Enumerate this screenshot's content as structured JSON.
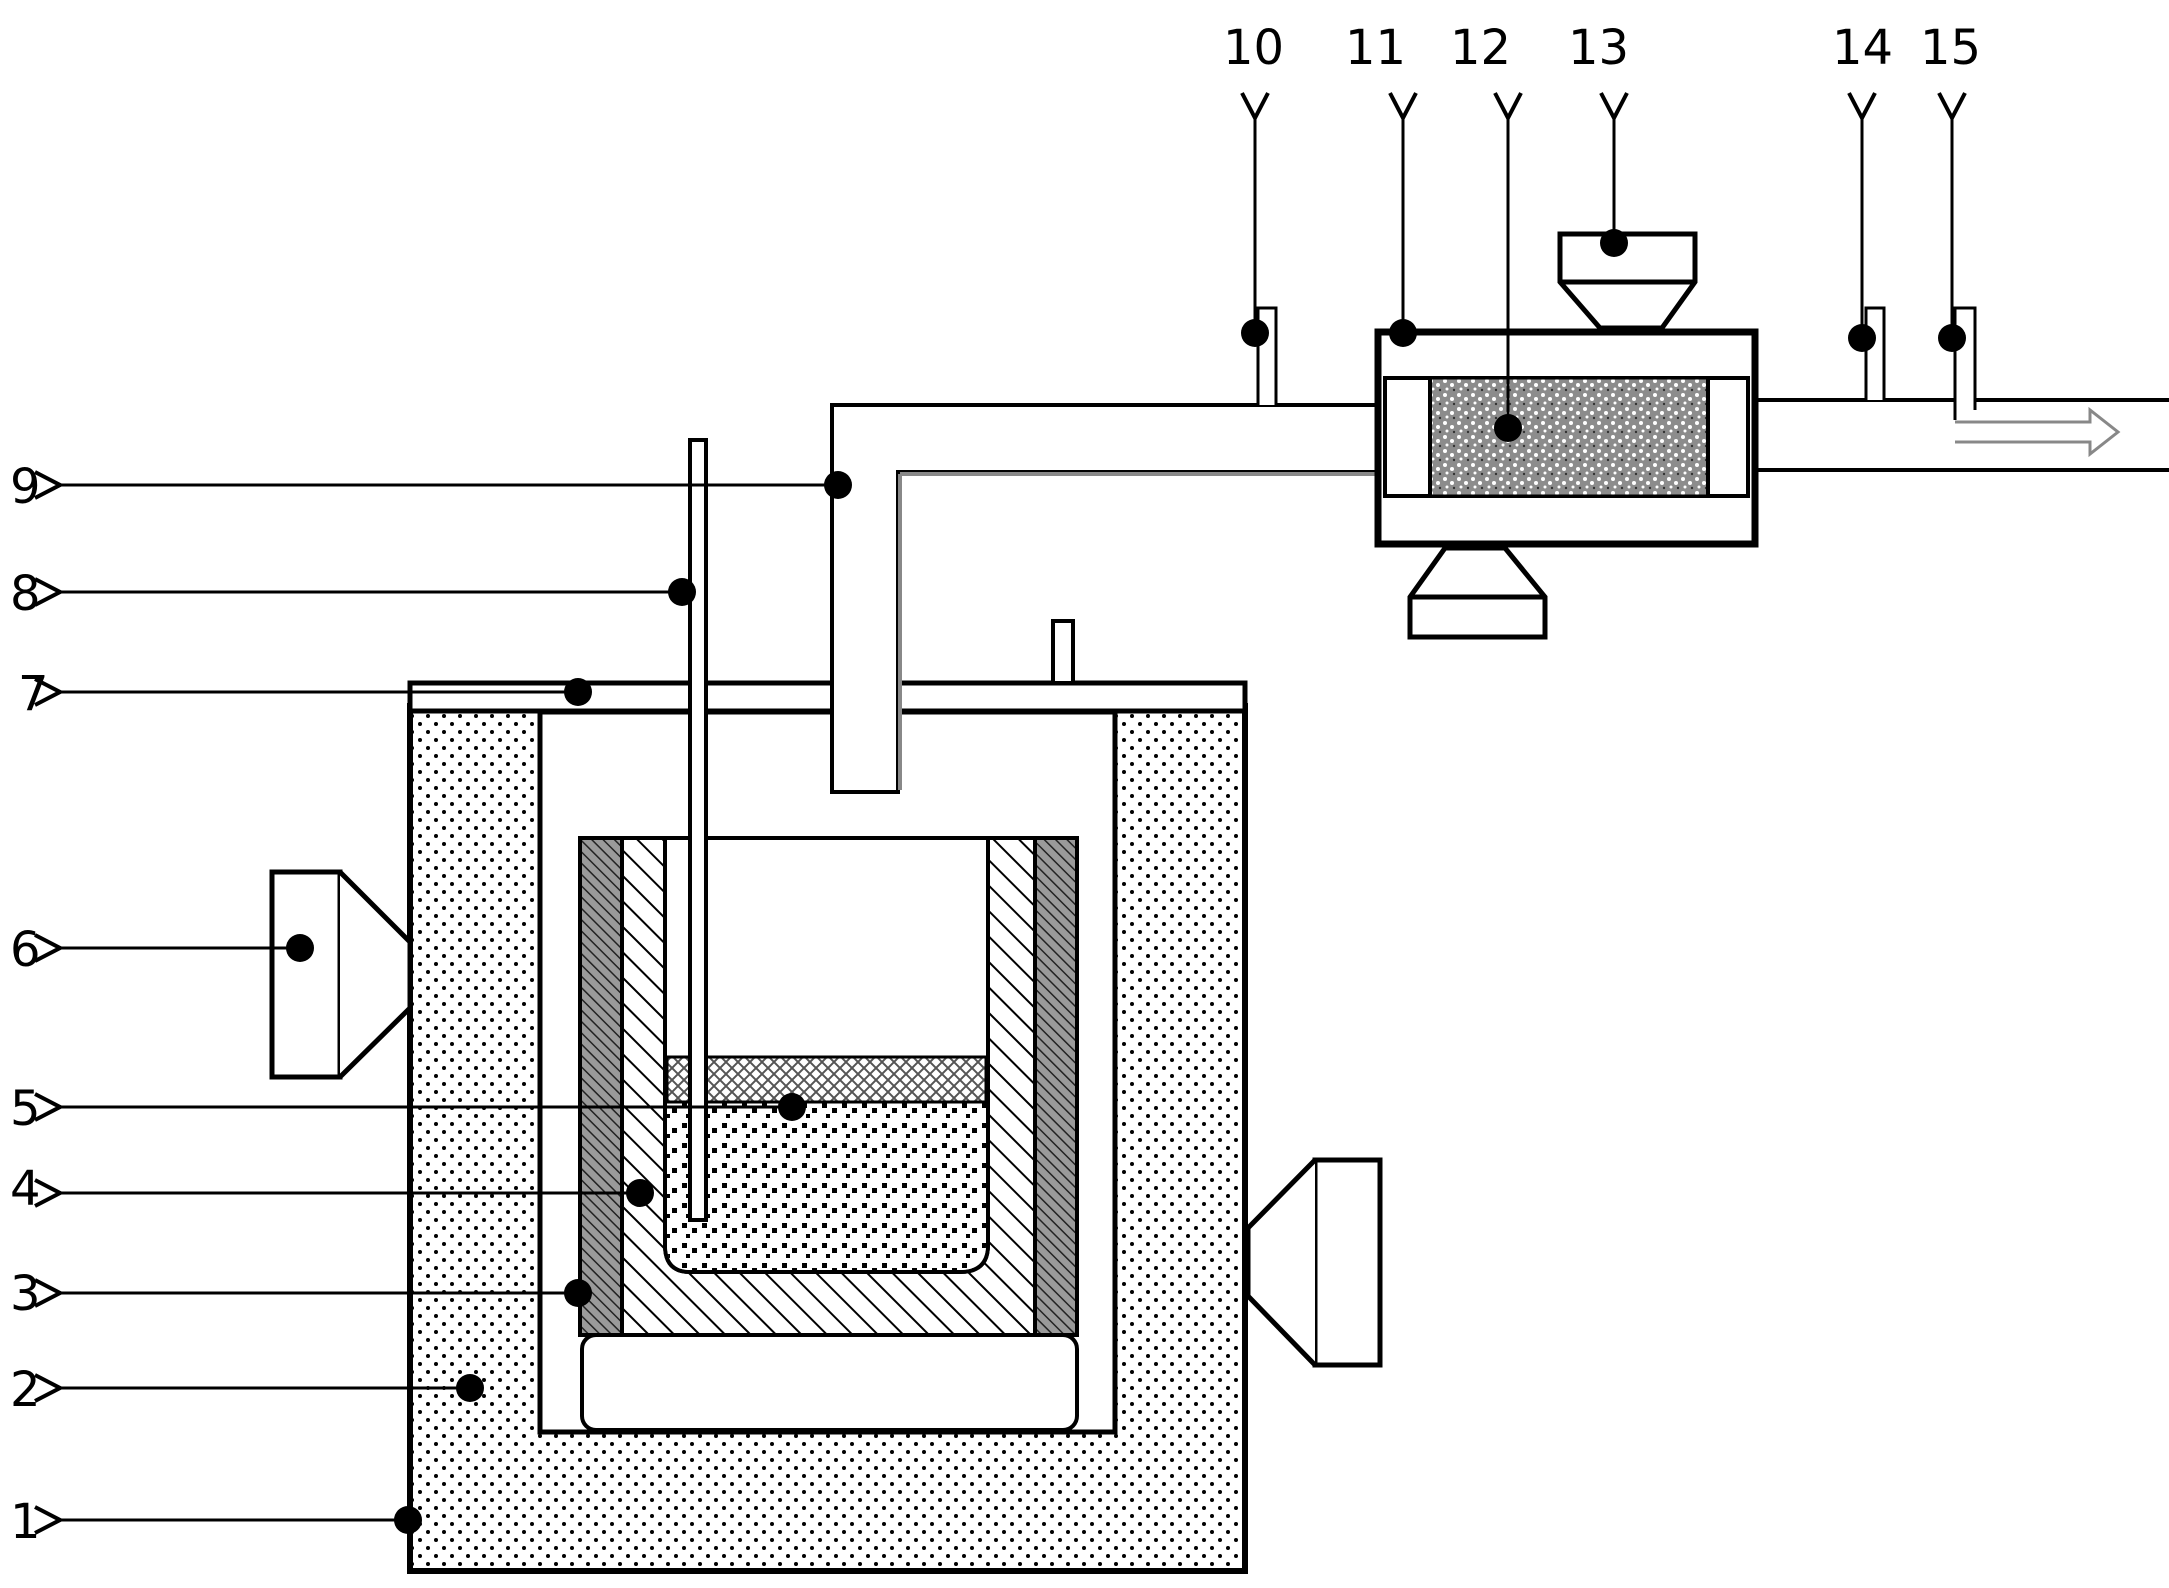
{
  "diagram": {
    "left_labels": [
      {
        "id": "label-9",
        "text": "9"
      },
      {
        "id": "label-8",
        "text": "8"
      },
      {
        "id": "label-7",
        "text": "7"
      },
      {
        "id": "label-6",
        "text": "6"
      },
      {
        "id": "label-5",
        "text": "5"
      },
      {
        "id": "label-4",
        "text": "4"
      },
      {
        "id": "label-3",
        "text": "3"
      },
      {
        "id": "label-2",
        "text": "2"
      },
      {
        "id": "label-1",
        "text": "1"
      }
    ],
    "top_labels": [
      {
        "id": "label-10",
        "text": "10"
      },
      {
        "id": "label-11",
        "text": "11"
      },
      {
        "id": "label-12",
        "text": "12"
      },
      {
        "id": "label-13",
        "text": "13"
      },
      {
        "id": "label-14",
        "text": "14"
      },
      {
        "id": "label-15",
        "text": "15"
      }
    ]
  }
}
